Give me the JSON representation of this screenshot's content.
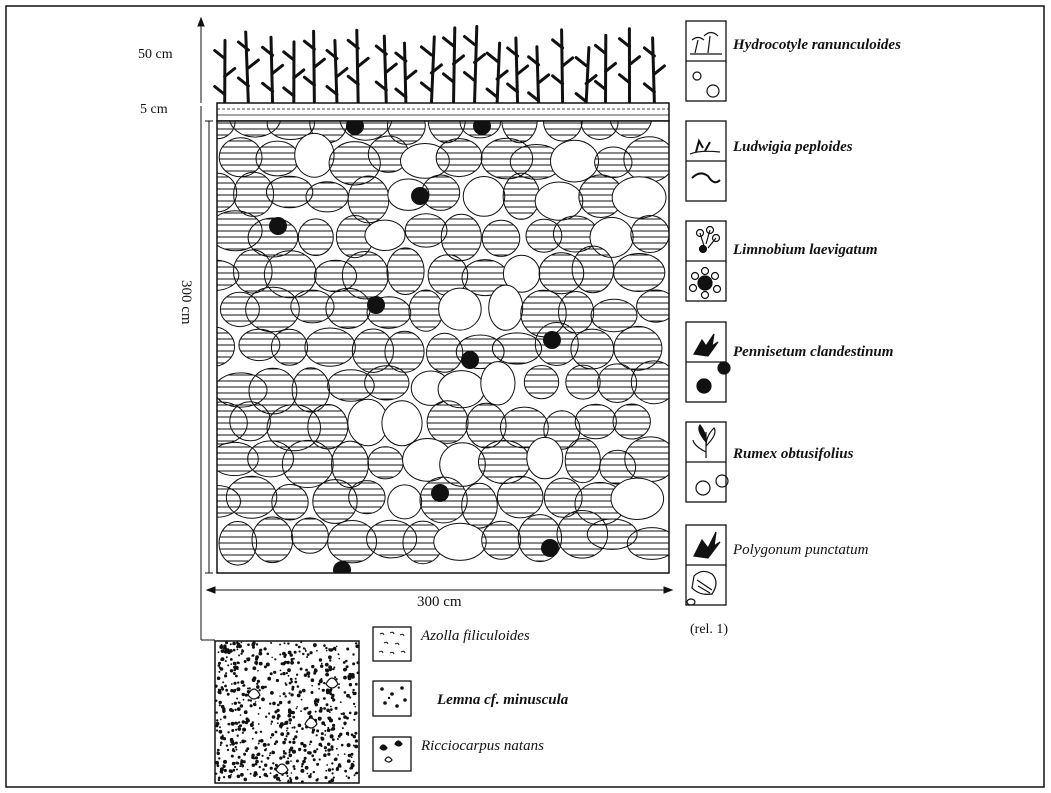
{
  "dimension_labels": {
    "height_emergent": "50 cm",
    "height_surface": "5 cm",
    "depth_side": "300 cm",
    "width_bottom": "300 cm"
  },
  "emergent_species": [
    {
      "name": "Hydrocotyle ranunculoides",
      "icon": "umbrella-leaf-icon"
    },
    {
      "name": "Ludwigia peploides",
      "icon": "creeping-shoot-icon"
    },
    {
      "name": "Limnobium laevigatum",
      "icon": "rosette-icon"
    },
    {
      "name": "Pennisetum clandestinum",
      "icon": "grass-tuft-icon"
    },
    {
      "name": "Rumex obtusifolius",
      "icon": "dock-plant-icon"
    },
    {
      "name": "Polygonum punctatum",
      "icon": "knotweed-icon"
    }
  ],
  "releve": "(rel. 1)",
  "floating_species": [
    {
      "name": "Azolla filiculoides",
      "icon": "fern-scales-icon"
    },
    {
      "name": "Lemna cf. minuscula",
      "icon": "duckweed-dots-icon"
    },
    {
      "name": "Ricciocarpus natans",
      "icon": "liverwort-icon"
    }
  ]
}
